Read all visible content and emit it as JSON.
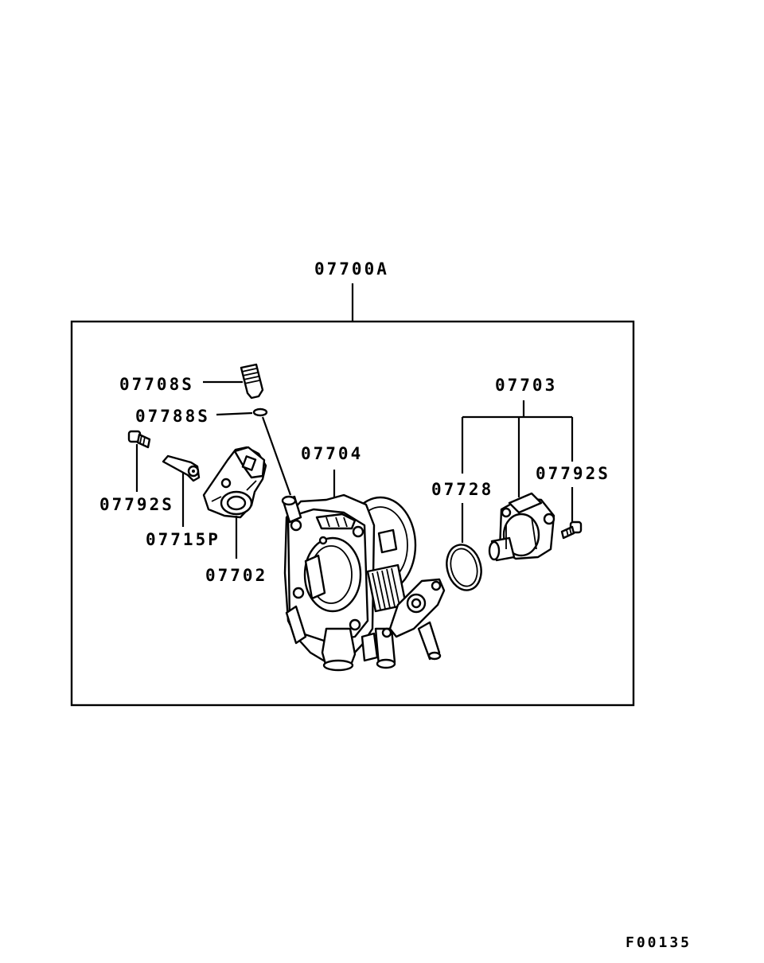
{
  "diagram": {
    "assembly_label": "07700A",
    "figure_code": "F00135",
    "callouts": {
      "p07708S": "07708S",
      "p07788S": "07788S",
      "p07792S_left": "07792S",
      "p07715P": "07715P",
      "p07702": "07702",
      "p07704": "07704",
      "p07703": "07703",
      "p07728": "07728",
      "p07792S_right": "07792S"
    }
  }
}
